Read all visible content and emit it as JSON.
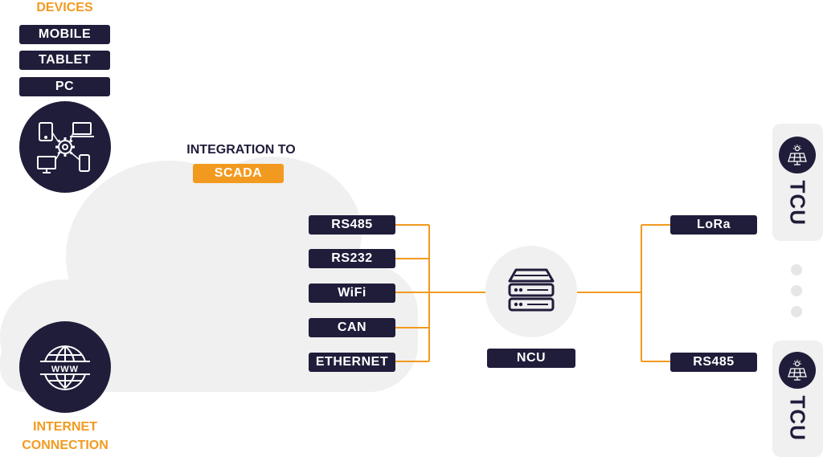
{
  "devices": {
    "title": "DEVICES",
    "items": [
      "MOBILE",
      "TABLET",
      "PC"
    ]
  },
  "integration": {
    "line1": "INTEGRATION TO",
    "badge": "SCADA"
  },
  "protocols_left": [
    "RS485",
    "RS232",
    "WiFi",
    "CAN",
    "ETHERNET"
  ],
  "ncu": {
    "label": "NCU"
  },
  "protocols_right": [
    "LoRa",
    "RS485"
  ],
  "tcu": {
    "label_top": "TCU",
    "label_bottom": "TCU"
  },
  "internet": {
    "line1": "INTERNET",
    "line2": "CONNECTION"
  },
  "colors": {
    "navy": "#1f1d3a",
    "orange": "#f29a1f",
    "cloud": "#f0f0f0"
  },
  "icons": [
    "devices-gear-icon",
    "globe-www-icon",
    "server-rack-icon",
    "solar-panel-icon"
  ]
}
